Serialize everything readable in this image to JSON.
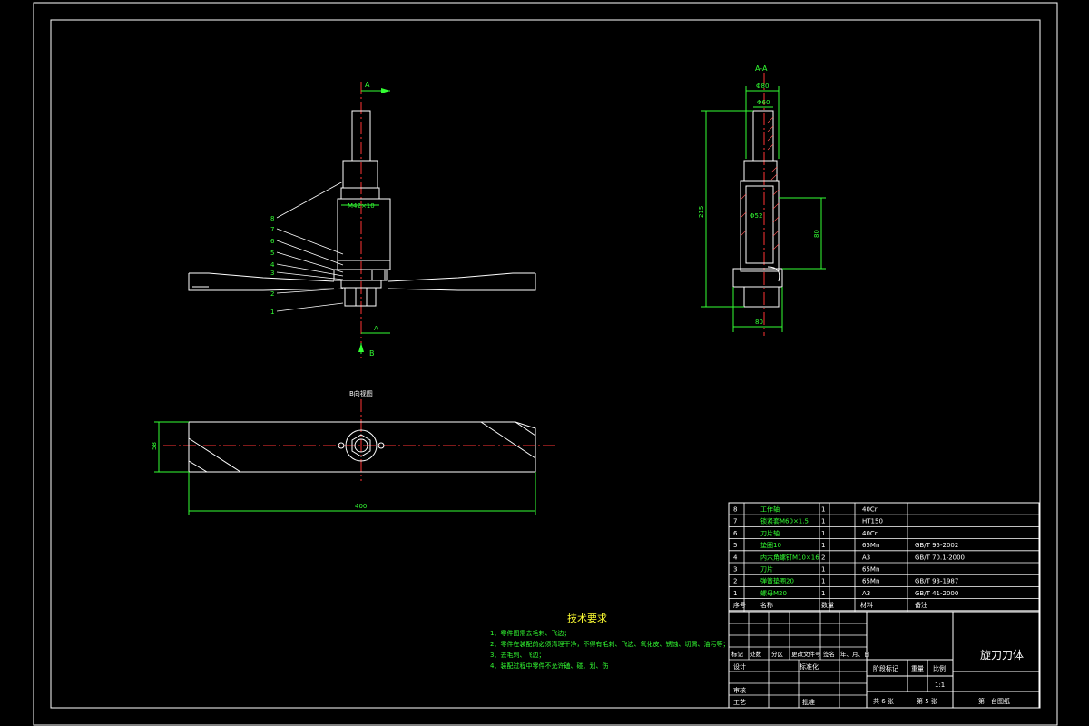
{
  "colors": {
    "background": "#000000",
    "outline": "#ffffff",
    "centerline": "#ff3333",
    "dimension": "#33ff33",
    "label": "#ffff33",
    "hatch": "#ff5555"
  },
  "front_view": {
    "section_mark_top": "A",
    "section_mark_bottom": "A",
    "view_mark_b": "B",
    "dim_thread": "M42×10",
    "leaders": [
      "8",
      "7",
      "6",
      "5",
      "4",
      "3",
      "2",
      "1"
    ]
  },
  "section_view": {
    "title": "A-A",
    "dim_top_outer": "Φ80",
    "dim_top_inner": "Φ60",
    "dim_inner": "Φ52",
    "dim_height": "215",
    "dim_side": "80",
    "dim_bottom": "80"
  },
  "blade_view": {
    "title": "B向视图",
    "dim_height": "58",
    "dim_length": "400"
  },
  "tech_requirements": {
    "title": "技术要求",
    "items": [
      "1、零件图需去毛刺、飞边；",
      "2、零件在装配前必须清理干净，不得有毛刺、飞边、氧化皮、锈蚀、切屑、油污等；",
      "3、去毛刺、飞边；",
      "4、装配过程中零件不允许磕、碰、划、伤"
    ]
  },
  "bom": {
    "header": [
      "序号",
      "名称",
      "数量",
      "材料",
      "备注"
    ],
    "rows": [
      [
        "8",
        "工作轴",
        "1",
        "40Cr",
        ""
      ],
      [
        "7",
        "锁紧套M60×1.5",
        "1",
        "HT150",
        ""
      ],
      [
        "6",
        "刀片轴",
        "1",
        "40Cr",
        ""
      ],
      [
        "5",
        "垫圈10",
        "1",
        "65Mn",
        "GB/T 95-2002"
      ],
      [
        "4",
        "内六角螺钉M10×16",
        "2",
        "A3",
        "GB/T 70.1-2000"
      ],
      [
        "3",
        "刀片",
        "1",
        "65Mn",
        ""
      ],
      [
        "2",
        "弹簧垫圈20",
        "1",
        "65Mn",
        "GB/T 93-1987"
      ],
      [
        "1",
        "螺母M20",
        "1",
        "A3",
        "GB/T 41-2000"
      ]
    ]
  },
  "title_block": {
    "drawing_title": "旋刀刀体",
    "scale_label": "比例",
    "scale": "1:1",
    "weight_label": "重量",
    "stage_label": "阶段标记",
    "sheet_total": "共 6 张",
    "sheet_no": "第 5 张",
    "company": "第一台图纸",
    "revision_cols": [
      "标记",
      "处数",
      "分区",
      "更改文件号",
      "签名",
      "年、月、日"
    ],
    "design": "设计",
    "standardize": "标准化",
    "review": "审核",
    "process": "工艺",
    "approve": "批准"
  }
}
